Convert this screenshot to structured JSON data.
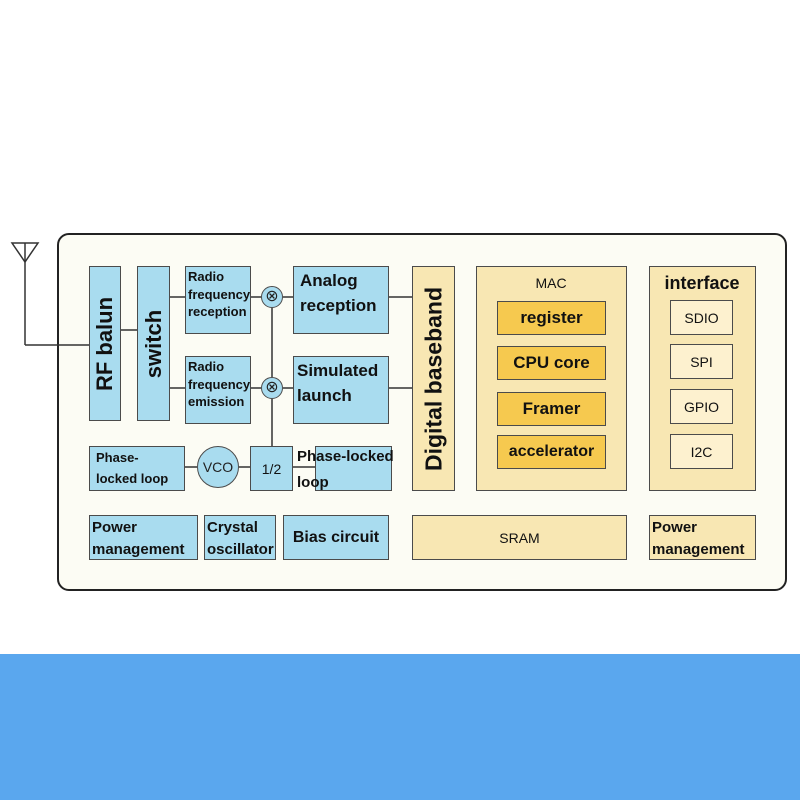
{
  "antenna": {
    "icon": "antenna-icon"
  },
  "rf_section": {
    "rf_balun": "RF balun",
    "switch": "switch",
    "rx_filter": "Radio frequency reception",
    "tx_filter": "Radio frequency emission",
    "analog_rx": "Analog reception",
    "tx_launch": "Simulated launch",
    "pll_left": "Phase-locked loop",
    "vco": "VCO",
    "divider": "1/2",
    "pll_right": "Phase-locked loop",
    "mixer_symbol": "⊗"
  },
  "digital_baseband": "Digital baseband",
  "mac": {
    "title": "MAC",
    "items": [
      "register",
      "CPU core",
      "Framer",
      "accelerator"
    ]
  },
  "interface": {
    "title": "interface",
    "items": [
      "SDIO",
      "SPI",
      "GPIO",
      "I2C"
    ]
  },
  "bottom_row": {
    "power_left": "Power management",
    "crystal": "Crystal oscillator",
    "bias": "Bias circuit",
    "sram": "SRAM",
    "power_right": "Power management"
  },
  "colors": {
    "rf_block": "#a9dcef",
    "digital_block": "#f8e7b3",
    "mac_item": "#f6c94f",
    "band": "#5aa7ee"
  }
}
